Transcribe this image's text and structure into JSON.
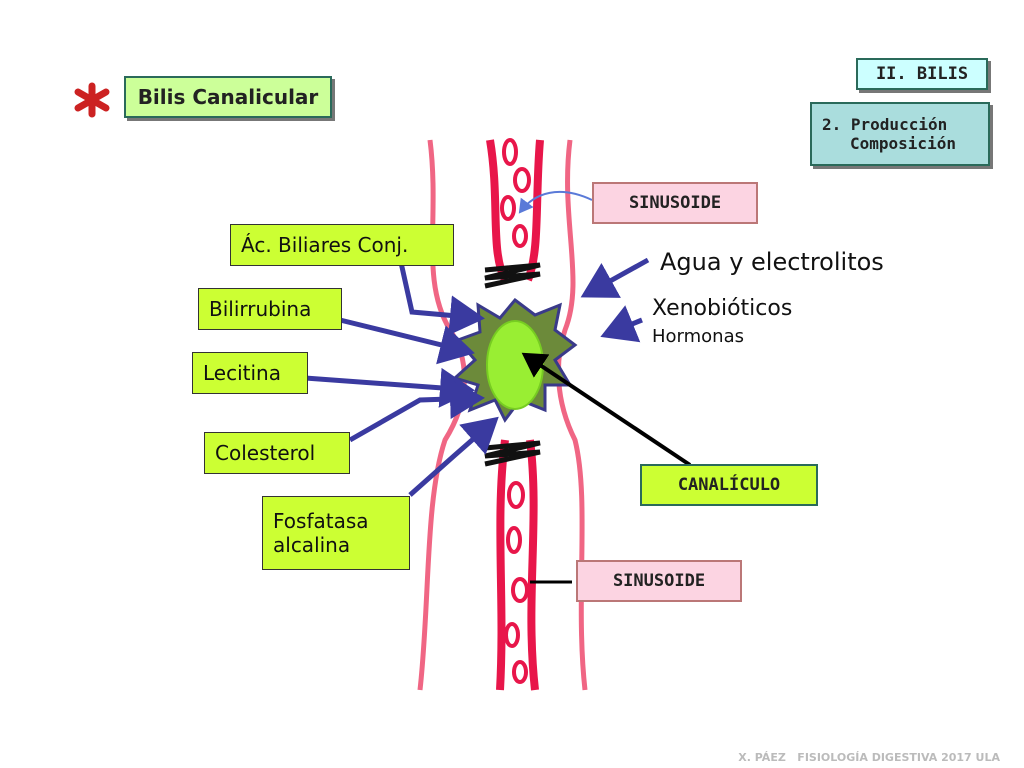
{
  "slide": {
    "title": "Bilis Canalicular",
    "section": "II. BILIS",
    "subsection_line1": "2. Producción",
    "subsection_line2": "Composición",
    "footer": "X. PÁEZ   FISIOLOGÍA DIGESTIVA 2017 ULA"
  },
  "labels": {
    "acidos": "Ác. Biliares Conj.",
    "bilirrubina": "Bilirrubina",
    "lecitina": "Lecitina",
    "colesterol": "Colesterol",
    "fosfatasa_line1": "Fosfatasa",
    "fosfatasa_line2": "alcalina",
    "sinusoide_top": "SINUSOIDE",
    "sinusoide_bottom": "SINUSOIDE",
    "canaliculo": "CANALÍCULO",
    "agua": "Agua y electrolitos",
    "xenobioticos": "Xenobióticos",
    "hormonas": "Hormonas"
  },
  "colors": {
    "title_bg": "#ccff99",
    "section_bg": "#ccffff",
    "subsection_bg": "#aadddd",
    "label_bg": "#ccff33",
    "sinusoide_bg": "#fcd4e2",
    "vessel": "#e8164a",
    "arrow": "#3a3aa0",
    "canaliculus": "#99ee33",
    "star": "#cc2222"
  }
}
